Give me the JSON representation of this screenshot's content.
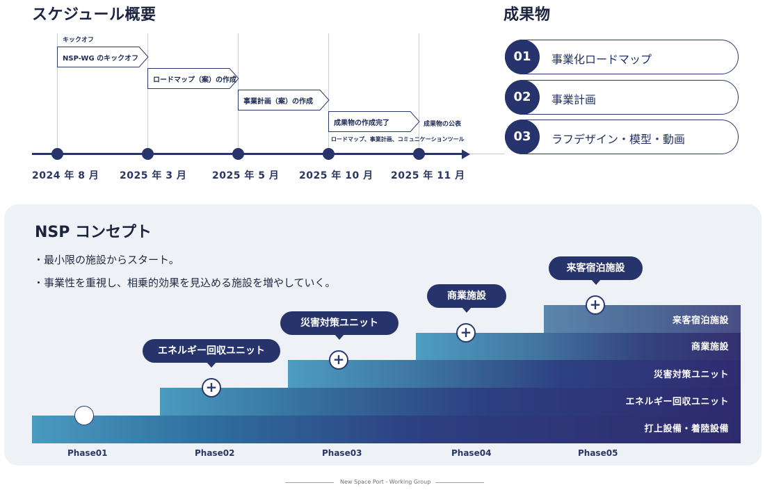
{
  "schedule": {
    "title": "スケジュール概要",
    "dates": [
      "2024 年 8 月",
      "2025 年 3 月",
      "2025 年 5 月",
      "2025 年 10 月",
      "2025 年 11 月"
    ],
    "kickoff_label": "キックオフ",
    "steps": [
      "NSP-WG のキックオフ",
      "ロードマップ（案）の作成",
      "事業計画（案）の作成",
      "成果物の作成完了"
    ],
    "publish_label": "成果物の公表",
    "deliverable_note": "ロードマップ、事業計画、コミュニケーションツール"
  },
  "deliverables": {
    "title": "成果物",
    "items": [
      {
        "num": "01",
        "label": "事業化ロードマップ"
      },
      {
        "num": "02",
        "label": "事業計画"
      },
      {
        "num": "03",
        "label": "ラフデザイン・模型・動画"
      }
    ]
  },
  "concept": {
    "title": "NSP コンセプト",
    "bullets": [
      "・最小限の施設からスタート。",
      "・事業性を重視し、相乗的効果を見込める施設を増やしていく。"
    ],
    "layers": [
      "打上設備・着陸設備",
      "エネルギー回収ユニット",
      "災害対策ユニット",
      "商業施設",
      "来客宿泊施設"
    ],
    "callouts": [
      "エネルギー回収ユニット",
      "災害対策ユニット",
      "商業施設",
      "来客宿泊施設"
    ],
    "phases": [
      "Phase01",
      "Phase02",
      "Phase03",
      "Phase04",
      "Phase05"
    ],
    "plus_symbol": "+",
    "colors": {
      "band_light": "#4a9ac0",
      "band_dark": "#2e2a6e",
      "accent": "#27346b"
    }
  },
  "footer": {
    "text": "New Space Port - Working Group"
  }
}
